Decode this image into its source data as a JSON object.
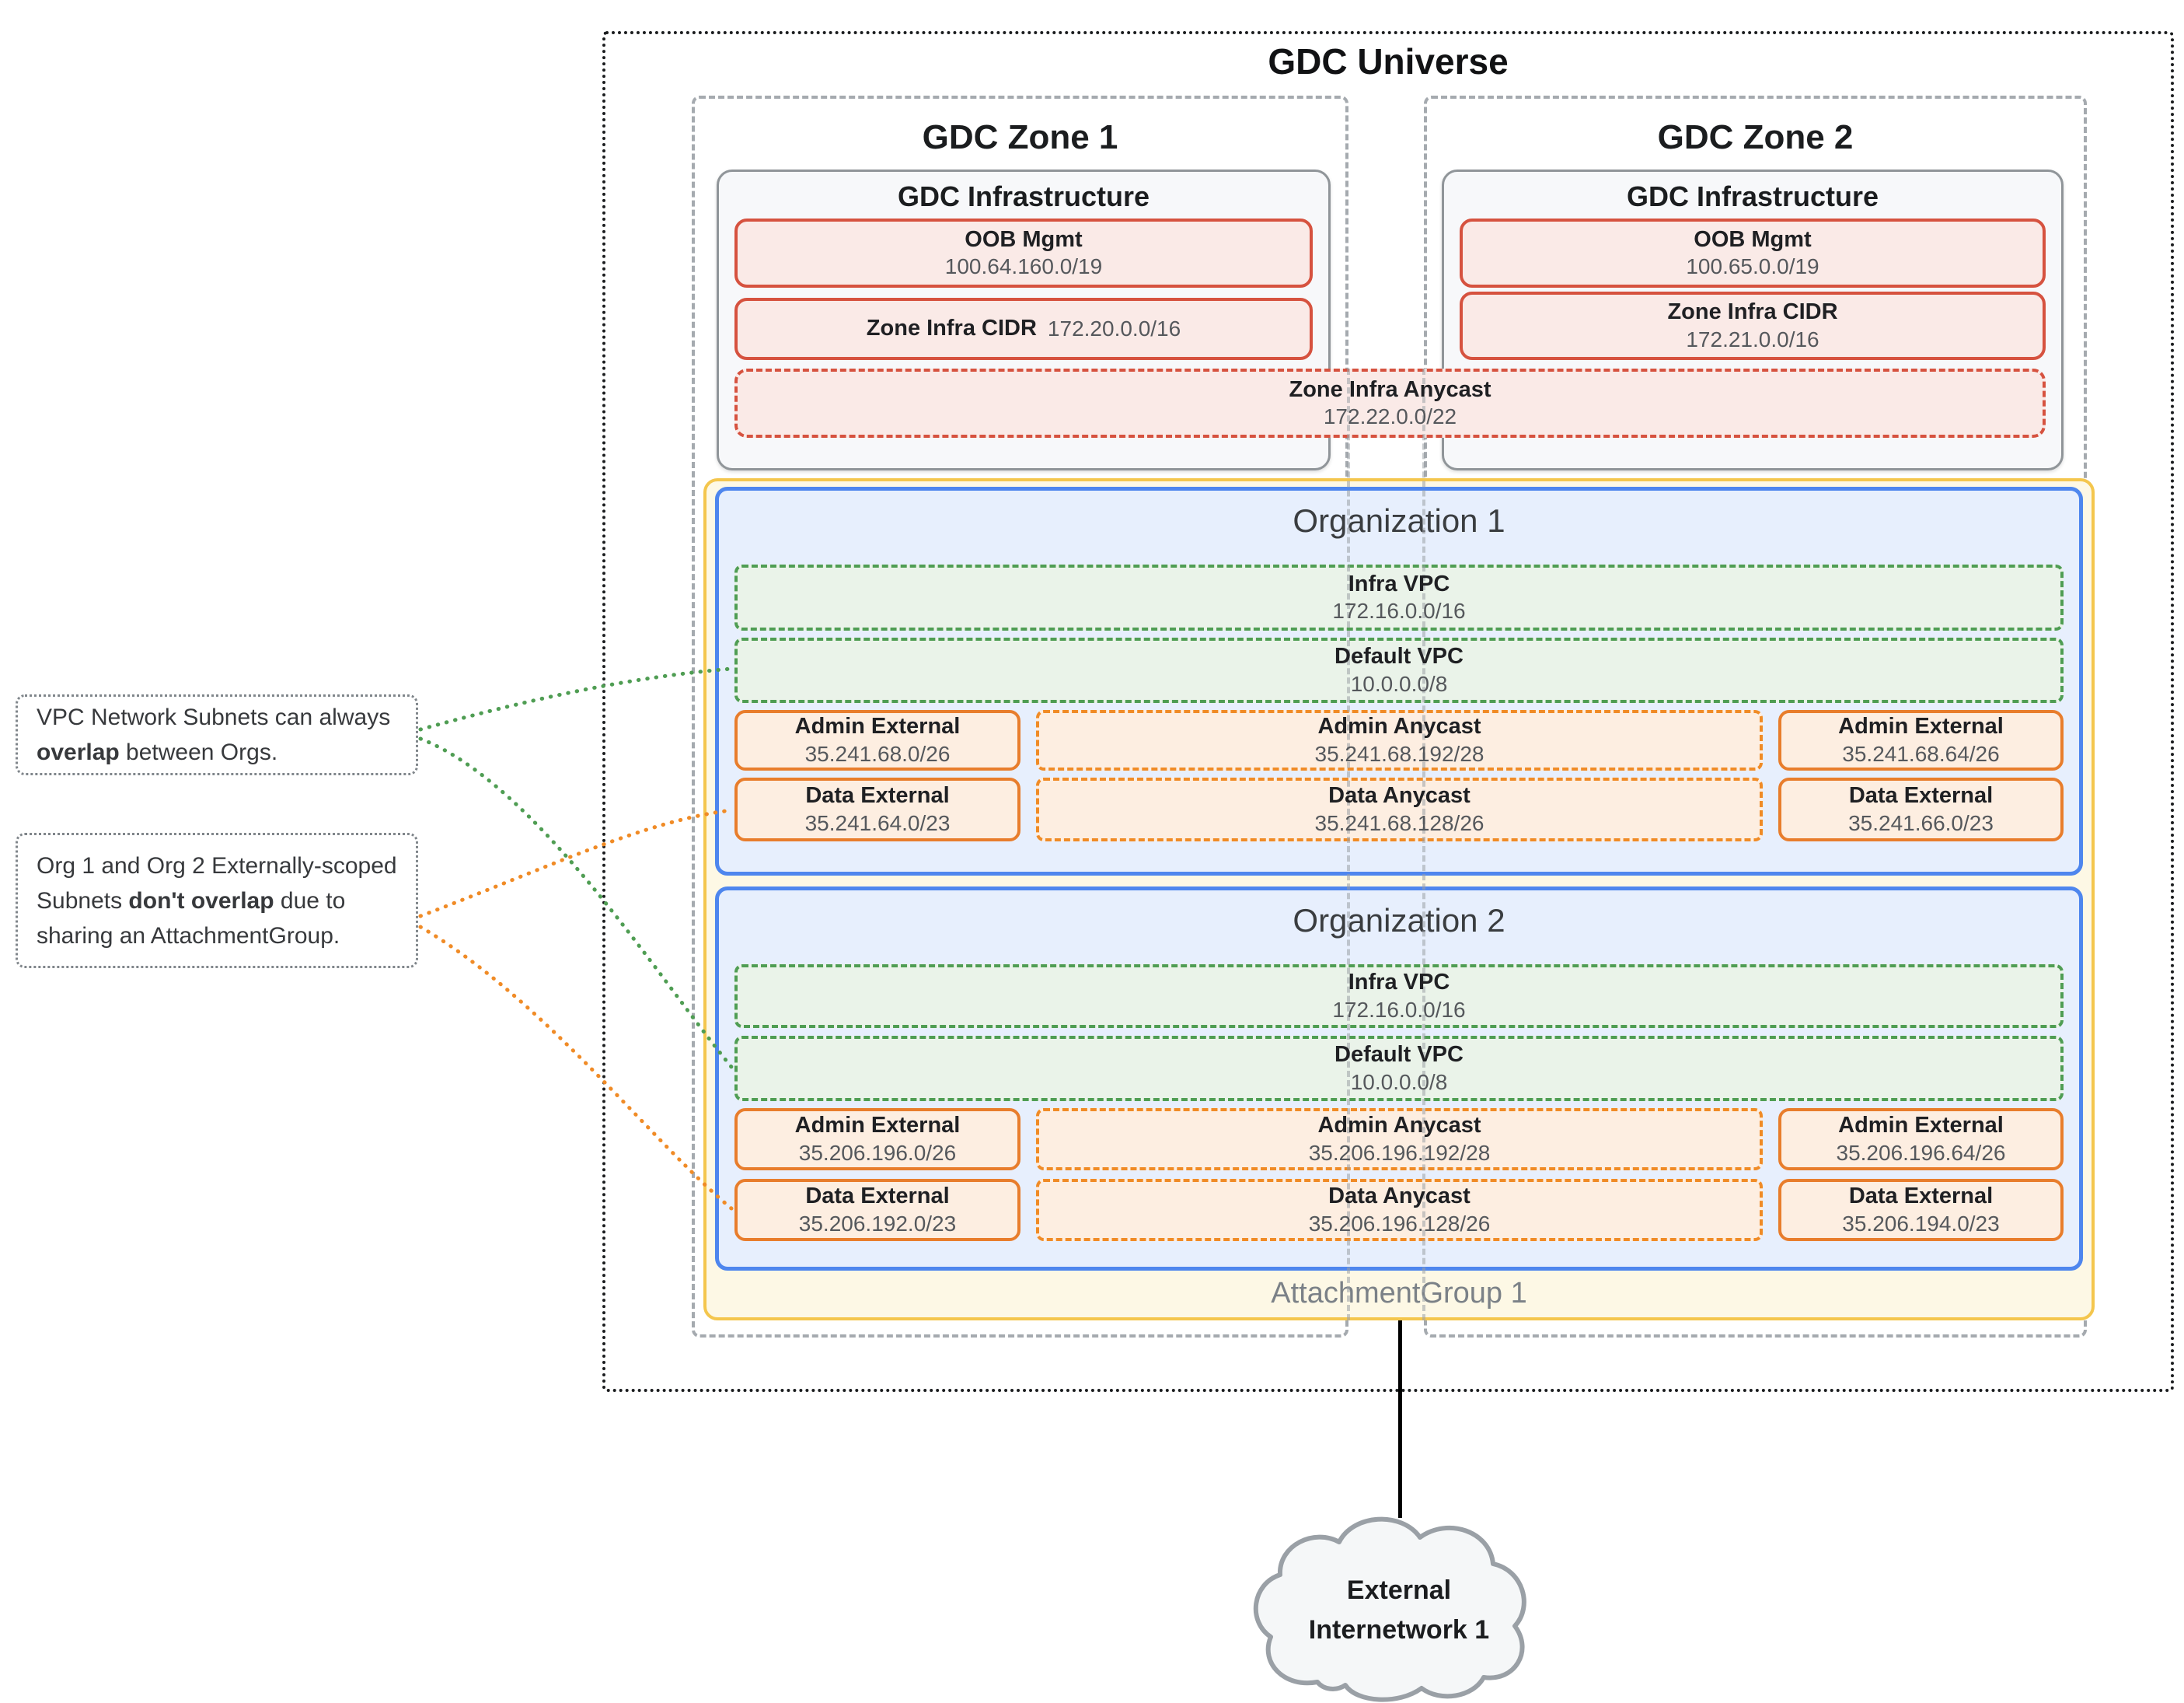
{
  "universe": {
    "title": "GDC Universe"
  },
  "zones": [
    {
      "title": "GDC Zone 1",
      "infra_title": "GDC Infrastructure",
      "oob": {
        "label": "OOB Mgmt",
        "value": "100.64.160.0/19"
      },
      "cidr": {
        "label": "Zone Infra CIDR",
        "value": "172.20.0.0/16"
      }
    },
    {
      "title": "GDC Zone 2",
      "infra_title": "GDC Infrastructure",
      "oob": {
        "label": "OOB Mgmt",
        "value": "100.65.0.0/19"
      },
      "cidr": {
        "label": "Zone Infra CIDR",
        "value": "172.21.0.0/16"
      }
    }
  ],
  "anycast": {
    "label": "Zone Infra Anycast",
    "value": "172.22.0.0/22"
  },
  "attachment_group": {
    "label": "AttachmentGroup 1"
  },
  "orgs": [
    {
      "title": "Organization 1",
      "infra_vpc": {
        "label": "Infra VPC",
        "value": "172.16.0.0/16"
      },
      "default_vpc": {
        "label": "Default VPC",
        "value": "10.0.0.0/8"
      },
      "admin_external_left": {
        "label": "Admin External",
        "value": "35.241.68.0/26"
      },
      "admin_anycast": {
        "label": "Admin Anycast",
        "value": "35.241.68.192/28"
      },
      "admin_external_right": {
        "label": "Admin External",
        "value": "35.241.68.64/26"
      },
      "data_external_left": {
        "label": "Data External",
        "value": "35.241.64.0/23"
      },
      "data_anycast": {
        "label": "Data Anycast",
        "value": "35.241.68.128/26"
      },
      "data_external_right": {
        "label": "Data External",
        "value": "35.241.66.0/23"
      }
    },
    {
      "title": "Organization 2",
      "infra_vpc": {
        "label": "Infra VPC",
        "value": "172.16.0.0/16"
      },
      "default_vpc": {
        "label": "Default VPC",
        "value": "10.0.0.0/8"
      },
      "admin_external_left": {
        "label": "Admin External",
        "value": "35.206.196.0/26"
      },
      "admin_anycast": {
        "label": "Admin Anycast",
        "value": "35.206.196.192/28"
      },
      "admin_external_right": {
        "label": "Admin External",
        "value": "35.206.196.64/26"
      },
      "data_external_left": {
        "label": "Data External",
        "value": "35.206.192.0/23"
      },
      "data_anycast": {
        "label": "Data Anycast",
        "value": "35.206.196.128/26"
      },
      "data_external_right": {
        "label": "Data External",
        "value": "35.206.194.0/23"
      }
    }
  ],
  "annotations": [
    {
      "pre": "VPC Network Subnets can always ",
      "bold": "overlap",
      "post": " between Orgs."
    },
    {
      "pre": "Org 1 and Org 2 Externally-scoped Subnets ",
      "bold": "don't overlap",
      "post": " due to sharing an AttachmentGroup."
    }
  ],
  "external_network": {
    "label": "External Internetwork 1"
  },
  "colors": {
    "red_border": "#d6523f",
    "red_fill": "#faeae7",
    "green_border": "#4f9d53",
    "green_fill": "#eaf3e9",
    "orange_border": "#e87d2c",
    "orange_fill": "#fdeee1",
    "blue_border": "#4e86ee",
    "blue_fill": "#e7effd",
    "yellow_border": "#f4c64d",
    "yellow_fill": "#fdf8e5",
    "zone_dash": "#a5aaaf",
    "cloud_stroke": "#9aa0a6",
    "annotation_green": "#4f9d53",
    "annotation_orange": "#f08b26"
  }
}
